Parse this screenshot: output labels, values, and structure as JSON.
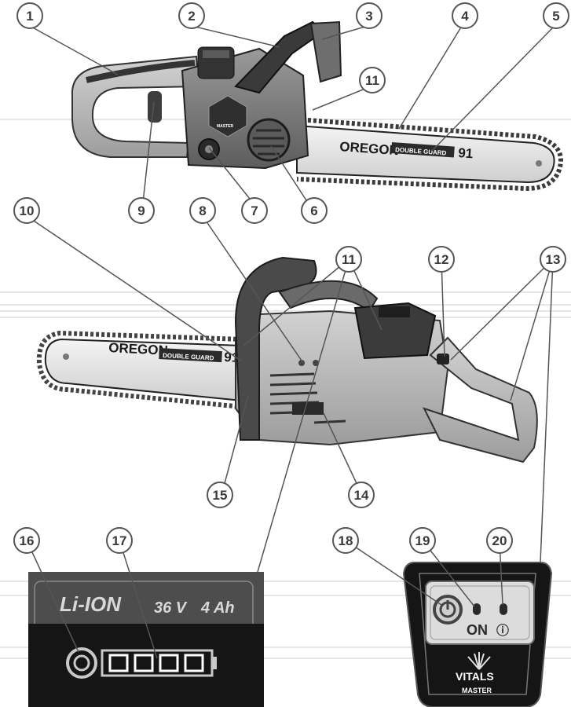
{
  "callouts": [
    "1",
    "2",
    "3",
    "4",
    "5",
    "6",
    "7",
    "8",
    "9",
    "10",
    "11",
    "12",
    "13",
    "14",
    "15",
    "16",
    "17",
    "18",
    "19",
    "20"
  ],
  "bar": {
    "brand": "OREGON",
    "guard": "DOUBLE GUARD",
    "model": "91",
    "small_brand": "MASTER"
  },
  "battery": {
    "chem": "Li-ION",
    "voltage": "36 V",
    "capacity": "4 Ah"
  },
  "control_panel": {
    "on_label": "ON",
    "warn_symbol": "ⓘ",
    "logo": "VITALS",
    "sub": "MASTER"
  },
  "colors": {
    "body_dark": "#4a4a4a",
    "body_mid": "#8a8a8a",
    "body_light": "#c9c9c9",
    "line": "#555555"
  }
}
